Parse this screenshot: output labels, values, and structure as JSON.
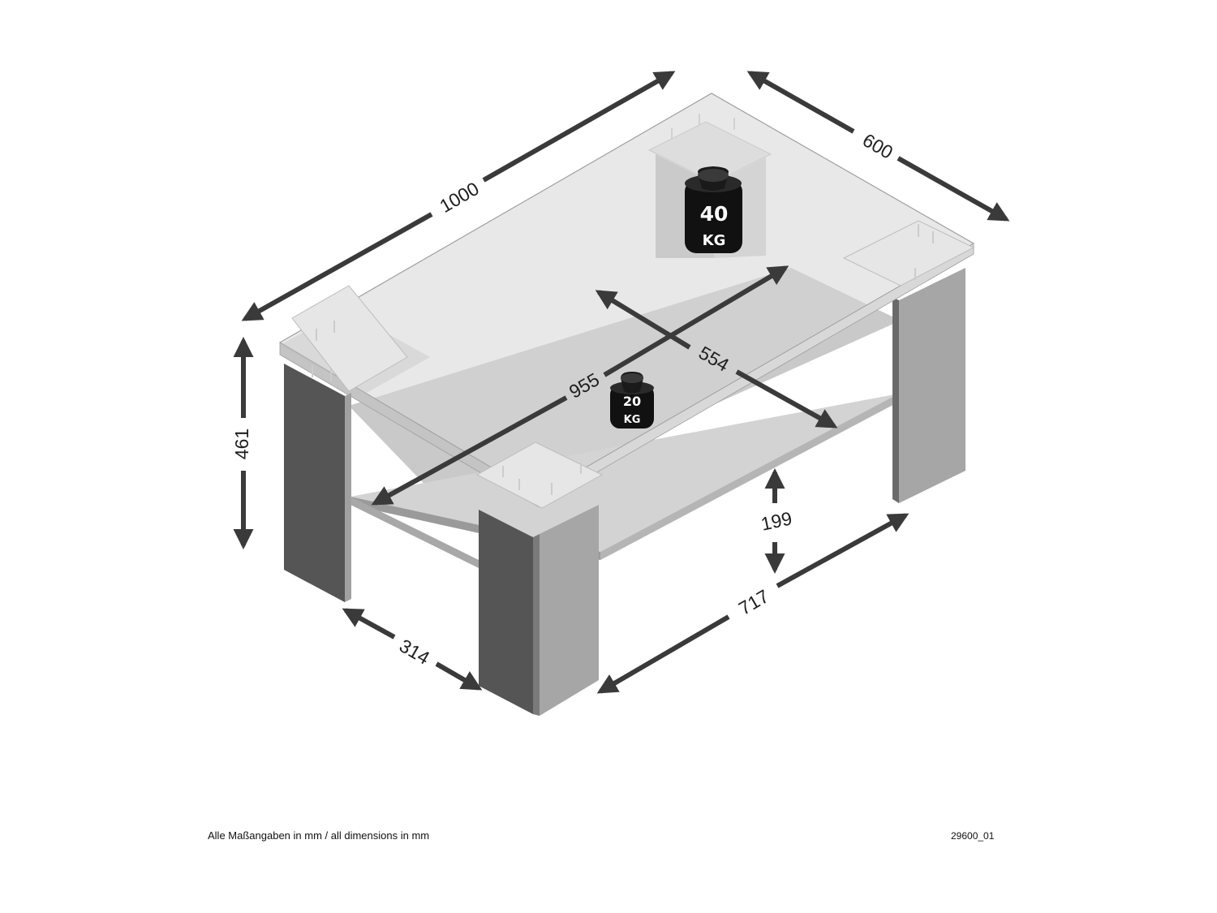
{
  "dimensions": {
    "length": "1000",
    "depth": "600",
    "height": "461",
    "inner_length": "955",
    "inner_depth": "554",
    "shelf_gap": "199",
    "leg_span": "717",
    "leg_depth": "314"
  },
  "weights": {
    "top": {
      "value": "40",
      "unit": "KG"
    },
    "shelf": {
      "value": "20",
      "unit": "KG"
    }
  },
  "footer": {
    "note": "Alle Maßangaben in mm / all dimensions in mm",
    "article_code": "29600_01"
  },
  "colors": {
    "arrow": "#3a3a3a",
    "leg_dark": "#555555",
    "leg_light": "#a6a6a6",
    "glass": "#d6d6d6",
    "shelf": "#c9c9c9",
    "weight": "#111111"
  }
}
